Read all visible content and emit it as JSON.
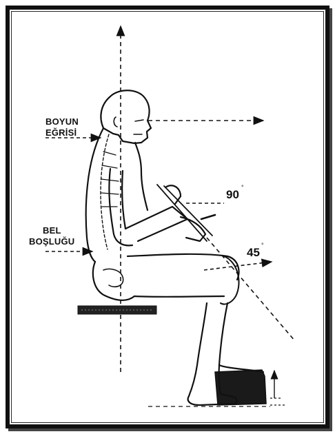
{
  "labels": {
    "neck_line1": "BOYUN",
    "neck_line2": "EĞRİSİ",
    "waist_line1": "BEL",
    "waist_line2": "BOŞLUĞU"
  },
  "angles": {
    "upper": "90",
    "lower": "45",
    "degree_symbol": "°"
  },
  "colors": {
    "ink": "#111111",
    "frame": "#111111",
    "background": "#ffffff"
  }
}
